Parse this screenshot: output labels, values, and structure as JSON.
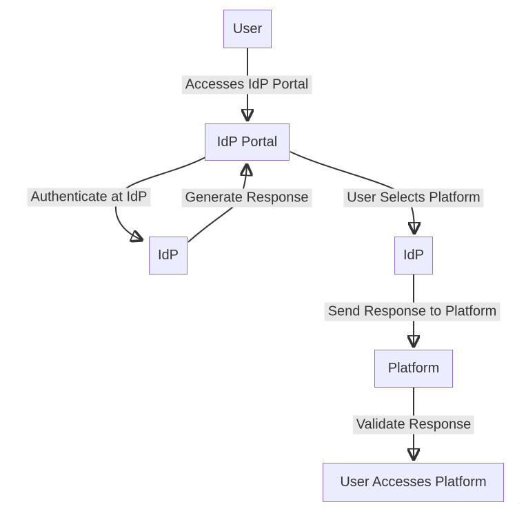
{
  "diagram": {
    "type": "flowchart",
    "direction": "top-down",
    "colors": {
      "node_fill": "#ECECFF",
      "node_border": "#9370DB",
      "edge_stroke": "#333333",
      "edge_label_background": "#e8e8e8",
      "text": "#333333",
      "background": "#ffffff"
    },
    "nodes": [
      {
        "id": "user",
        "label": "User"
      },
      {
        "id": "idp_portal",
        "label": "IdP Portal"
      },
      {
        "id": "idp_left",
        "label": "IdP"
      },
      {
        "id": "idp_right",
        "label": "IdP"
      },
      {
        "id": "platform",
        "label": "Platform"
      },
      {
        "id": "user_accesses_platform",
        "label": "User Accesses Platform"
      }
    ],
    "edges": [
      {
        "from": "User",
        "to": "IdP Portal",
        "label": "Accesses IdP Portal"
      },
      {
        "from": "IdP Portal",
        "to": "IdP (left)",
        "label": "Authenticate at IdP"
      },
      {
        "from": "IdP (left)",
        "to": "IdP Portal",
        "label": "Generate Response"
      },
      {
        "from": "IdP Portal",
        "to": "IdP (right)",
        "label": "User Selects Platform"
      },
      {
        "from": "IdP (right)",
        "to": "Platform",
        "label": "Send Response to Platform"
      },
      {
        "from": "Platform",
        "to": "User Accesses Platform",
        "label": "Validate Response"
      }
    ]
  }
}
